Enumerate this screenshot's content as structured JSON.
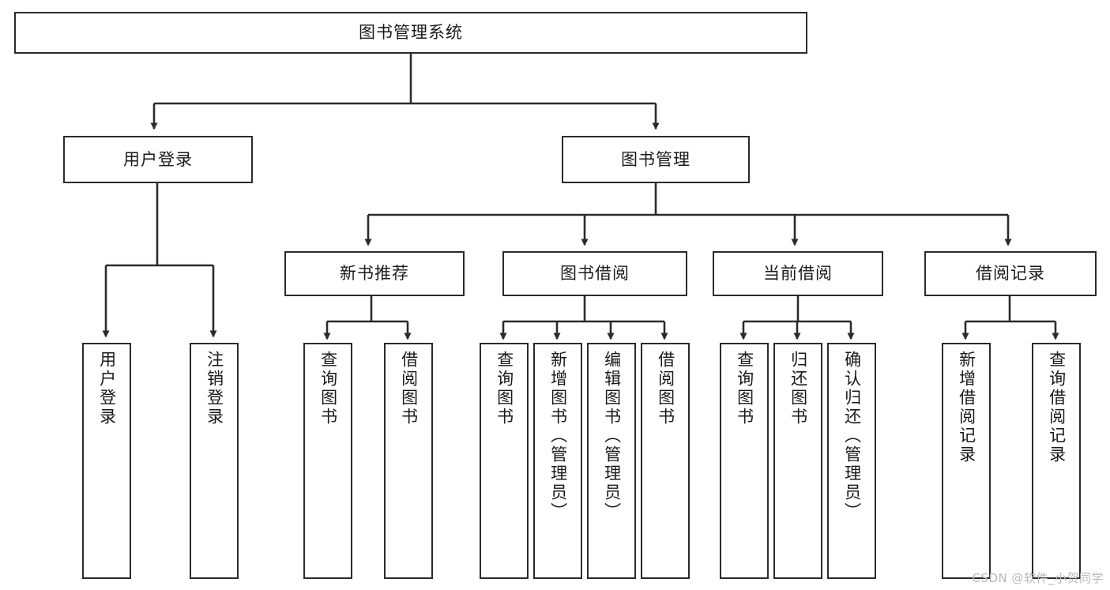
{
  "diagram": {
    "type": "tree-hierarchy",
    "title": "图书管理系统",
    "orientation": "top-down",
    "colors": {
      "box_border": "#2b2b2b",
      "box_fill": "#ffffff",
      "edge": "#2b2b2b",
      "text": "#1a1a1a",
      "watermark": "#b8b8b8"
    },
    "root": {
      "label": "图书管理系统"
    },
    "level2": [
      {
        "label": "用户登录"
      },
      {
        "label": "图书管理"
      }
    ],
    "level3": [
      {
        "label": "新书推荐"
      },
      {
        "label": "图书借阅"
      },
      {
        "label": "当前借阅"
      },
      {
        "label": "借阅记录"
      }
    ],
    "leaves": {
      "user_login": [
        {
          "label": "用户登录"
        },
        {
          "label": "注销登录"
        }
      ],
      "new_book": [
        {
          "label": "查询图书"
        },
        {
          "label": "借阅图书"
        }
      ],
      "book_borrow": [
        {
          "label": "查询图书"
        },
        {
          "label": "新增图书（管理员）"
        },
        {
          "label": "编辑图书（管理员）"
        },
        {
          "label": "借阅图书"
        }
      ],
      "current_borrow": [
        {
          "label": "查询图书"
        },
        {
          "label": "归还图书"
        },
        {
          "label": "确认归还（管理员）"
        }
      ],
      "borrow_record": [
        {
          "label": "新增借阅记录"
        },
        {
          "label": "查询借阅记录"
        }
      ]
    }
  },
  "watermark": {
    "text": "CSDN @软件_小贺同学"
  }
}
